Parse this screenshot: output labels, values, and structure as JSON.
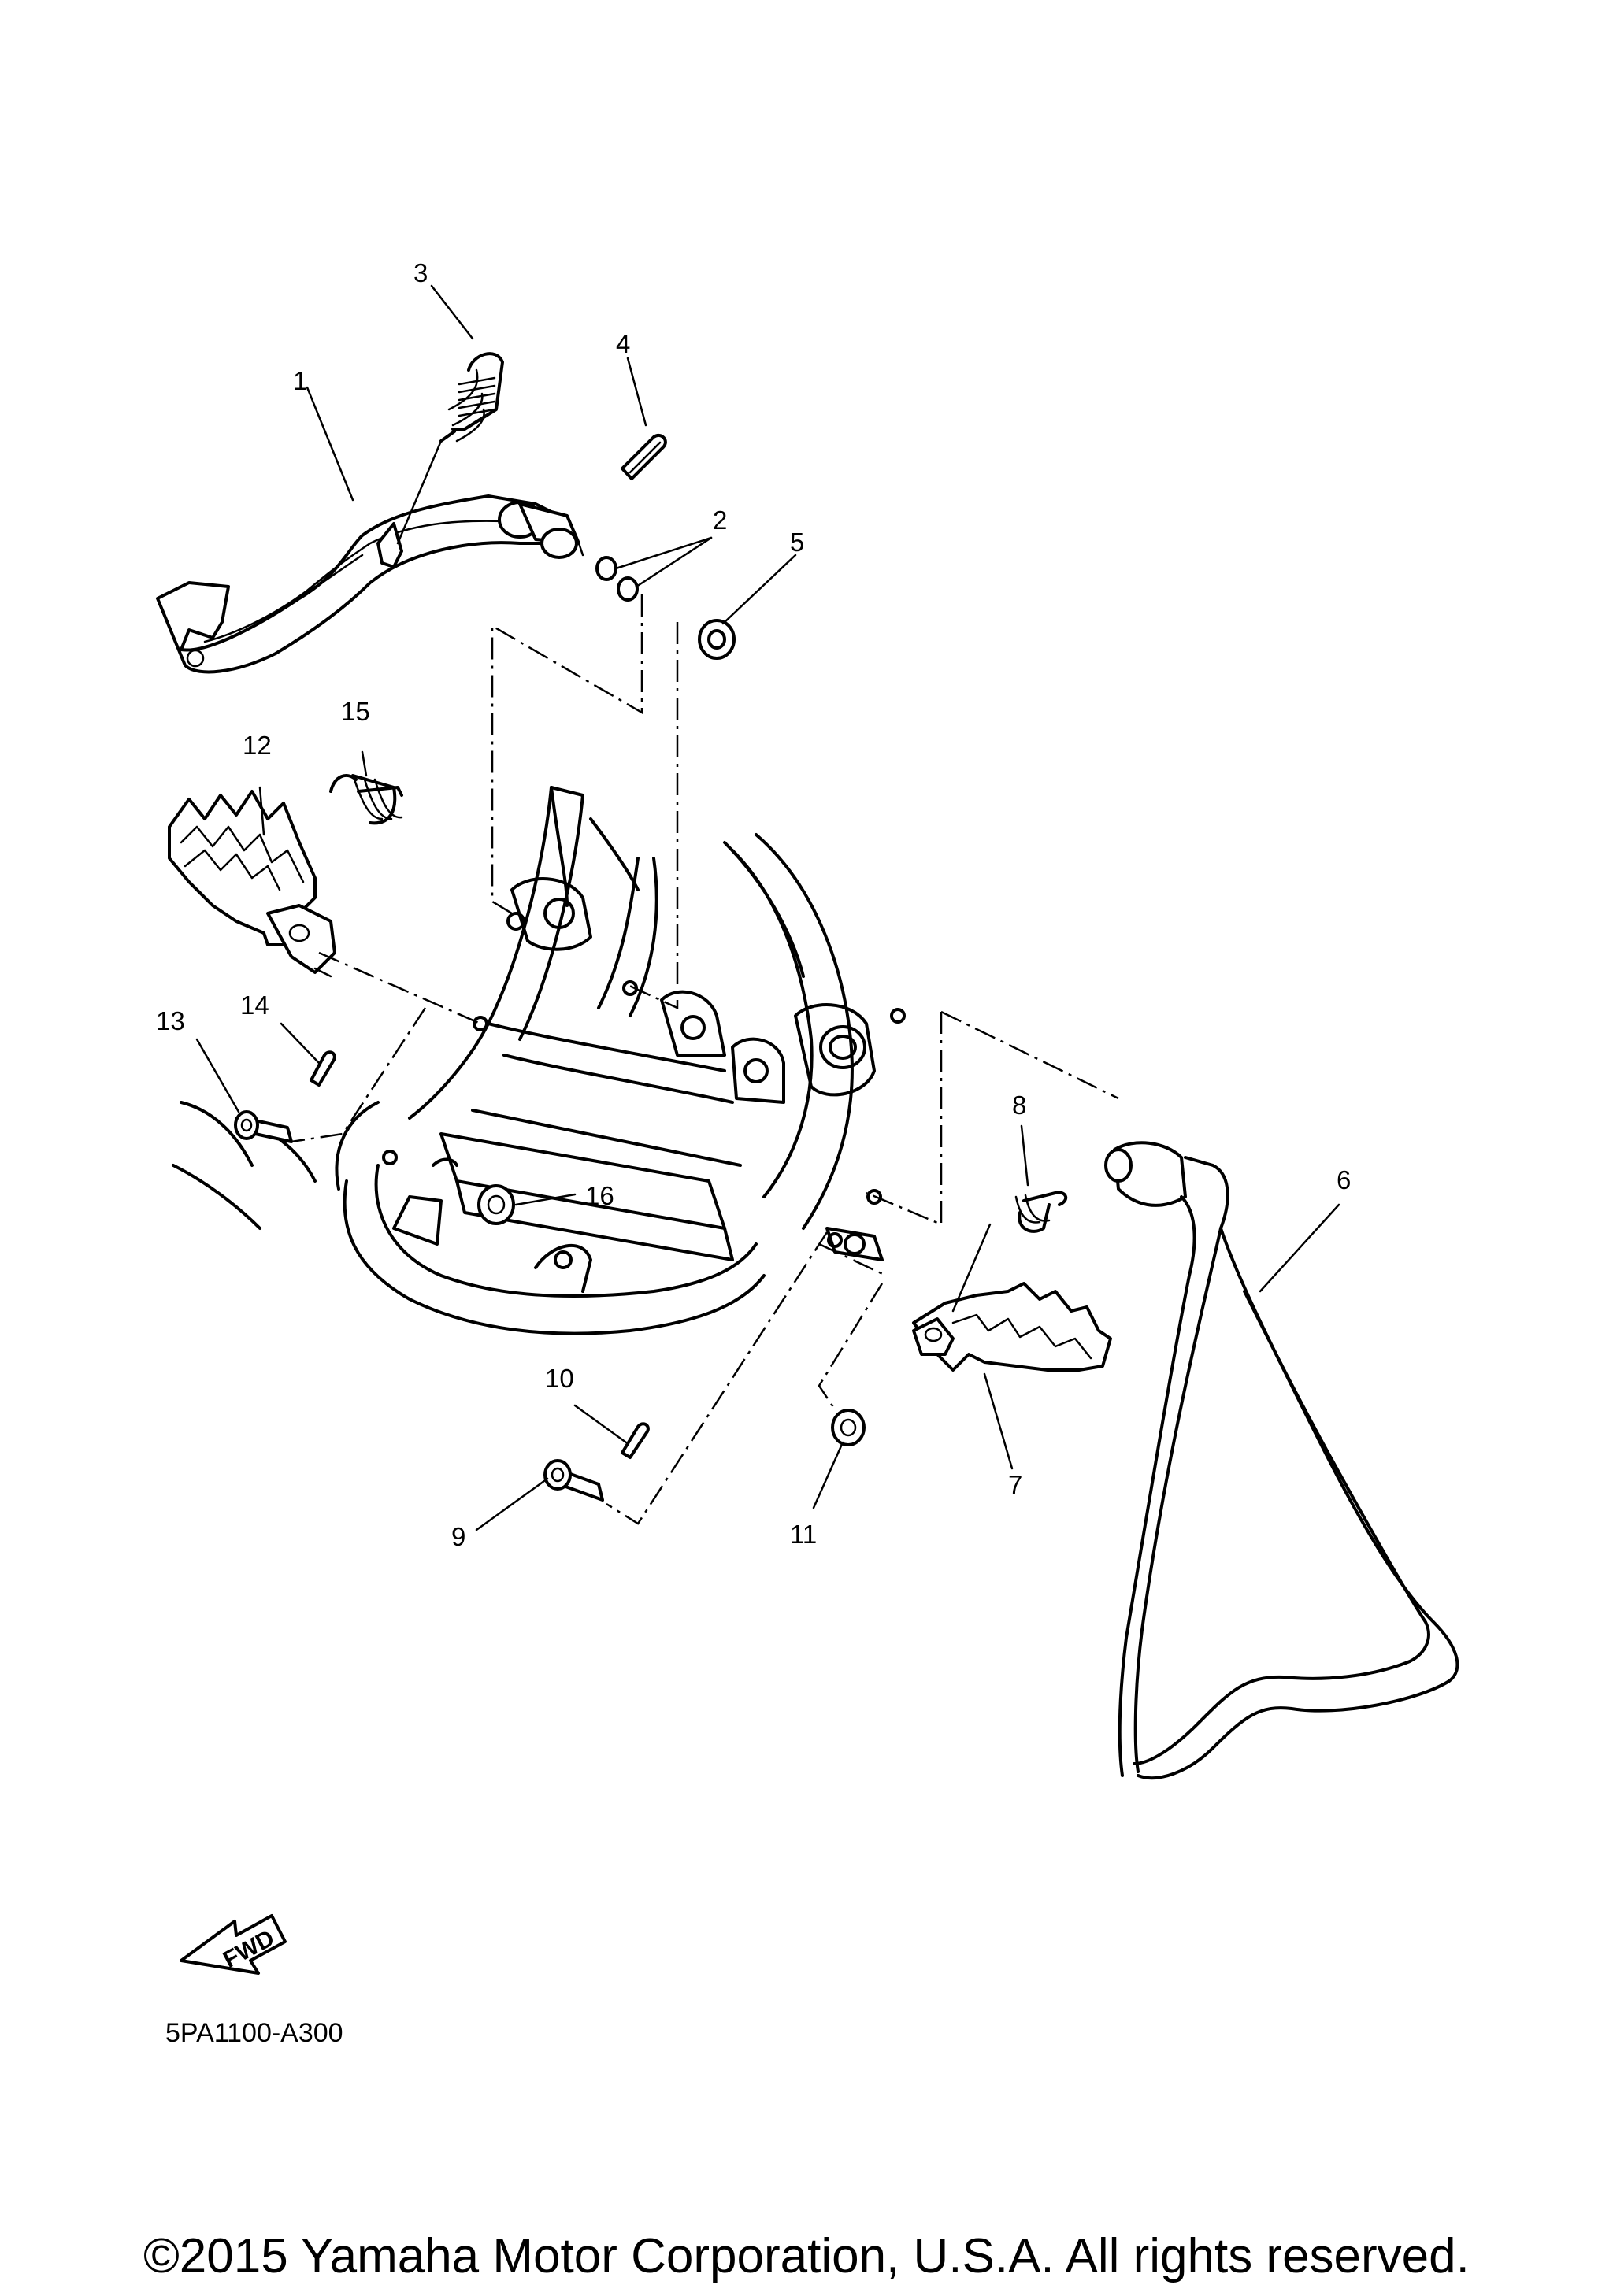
{
  "diagram": {
    "callouts": [
      {
        "id": "1",
        "label": "1"
      },
      {
        "id": "2",
        "label": "2"
      },
      {
        "id": "3",
        "label": "3"
      },
      {
        "id": "4",
        "label": "4"
      },
      {
        "id": "5",
        "label": "5"
      },
      {
        "id": "6",
        "label": "6"
      },
      {
        "id": "7",
        "label": "7"
      },
      {
        "id": "8",
        "label": "8"
      },
      {
        "id": "9",
        "label": "9"
      },
      {
        "id": "10",
        "label": "10"
      },
      {
        "id": "11",
        "label": "11"
      },
      {
        "id": "12",
        "label": "12"
      },
      {
        "id": "13",
        "label": "13"
      },
      {
        "id": "14",
        "label": "14"
      },
      {
        "id": "15",
        "label": "15"
      },
      {
        "id": "16",
        "label": "16"
      }
    ],
    "fwd_label": "FWD",
    "diagram_code": "5PA1100-A300"
  },
  "footer": {
    "copyright": "©2015 Yamaha Motor Corporation, U.S.A. All rights reserved."
  }
}
